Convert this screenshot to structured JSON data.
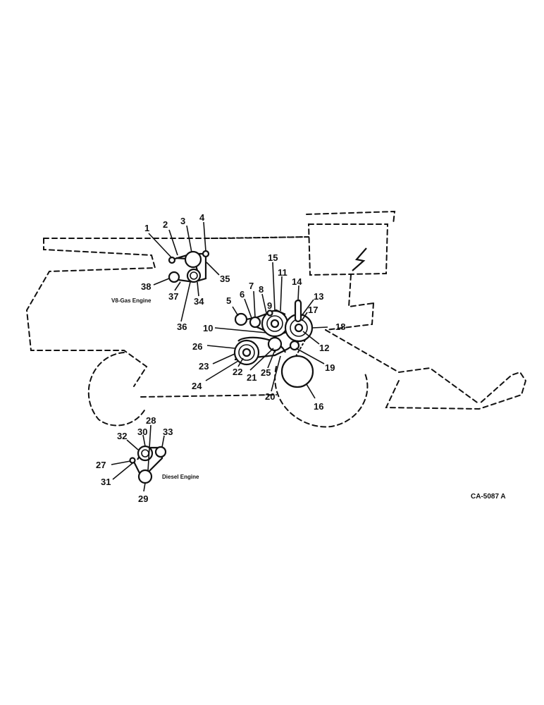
{
  "figure": {
    "reference_code": "CA-5087 A",
    "engine_labels": {
      "gas": "V8-Gas Engine",
      "diesel": "Diesel Engine"
    }
  },
  "callouts": [
    "1",
    "2",
    "3",
    "4",
    "5",
    "6",
    "7",
    "8",
    "9",
    "10",
    "11",
    "12",
    "13",
    "14",
    "15",
    "16",
    "17",
    "18",
    "19",
    "20",
    "21",
    "22",
    "23",
    "24",
    "25",
    "26",
    "27",
    "28",
    "29",
    "30",
    "31",
    "32",
    "33",
    "34",
    "35",
    "36",
    "37",
    "38"
  ]
}
